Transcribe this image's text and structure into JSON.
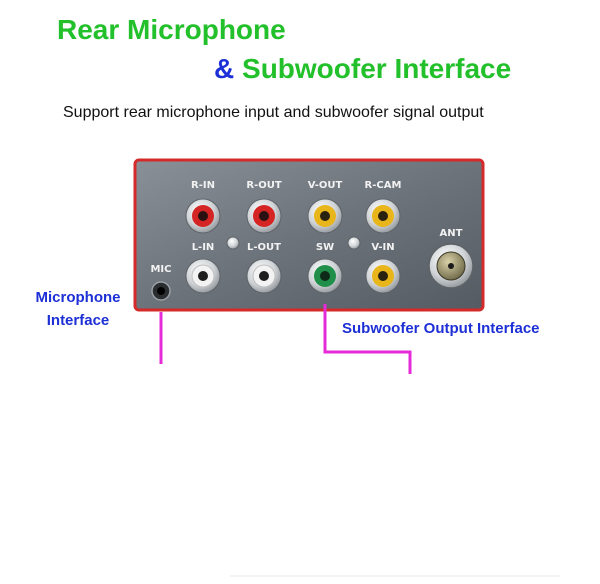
{
  "header": {
    "title_line1": "Rear Microphone",
    "title_line2_amp": "&",
    "title_line2_rest": "Subwoofer Interface",
    "subtitle": "Support rear microphone input and subwoofer signal output"
  },
  "callouts": {
    "microphone_line1": "Microphone",
    "microphone_line2": "Interface",
    "subwoofer": "Subwoofer Output Interface"
  },
  "panel": {
    "top_labels": [
      "R-IN",
      "R-OUT",
      "V-OUT",
      "R-CAM"
    ],
    "bottom_labels": [
      "L-IN",
      "L-OUT",
      "SW",
      "V-IN"
    ],
    "mic_label": "MIC",
    "ant_label": "ANT"
  },
  "colors": {
    "title_green": "#22c02a",
    "callout_blue": "#1d2fd6",
    "leader_magenta": "#e52bd8",
    "panel_border": "#d42a2a"
  }
}
